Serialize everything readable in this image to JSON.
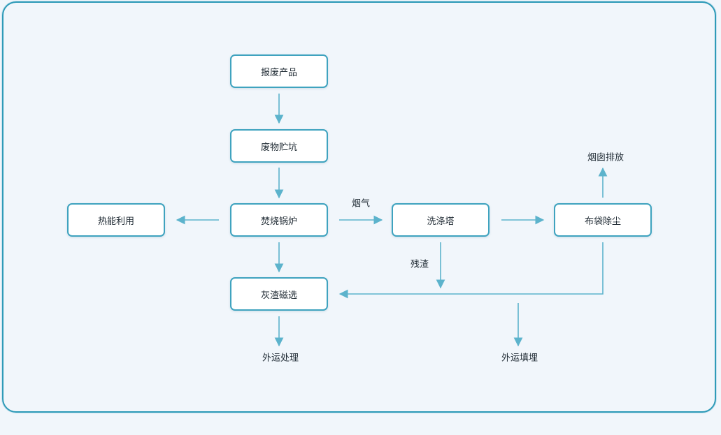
{
  "nodes": {
    "report": "报废产品",
    "pit": "废物贮坑",
    "boiler": "焚烧锅炉",
    "heat": "热能利用",
    "scrubber": "洗涤塔",
    "baghouse": "布袋除尘",
    "ash": "灰渣磁选"
  },
  "labels": {
    "flue_gas": "烟气",
    "residue": "残渣",
    "chimney": "烟囱排放",
    "external_disposal": "外运处理",
    "external_landfill": "外运填埋"
  },
  "colors": {
    "accent": "#3fa3bf",
    "arrow": "#5cb3cc",
    "text": "#1f2a33",
    "background": "#f1f6fb"
  }
}
